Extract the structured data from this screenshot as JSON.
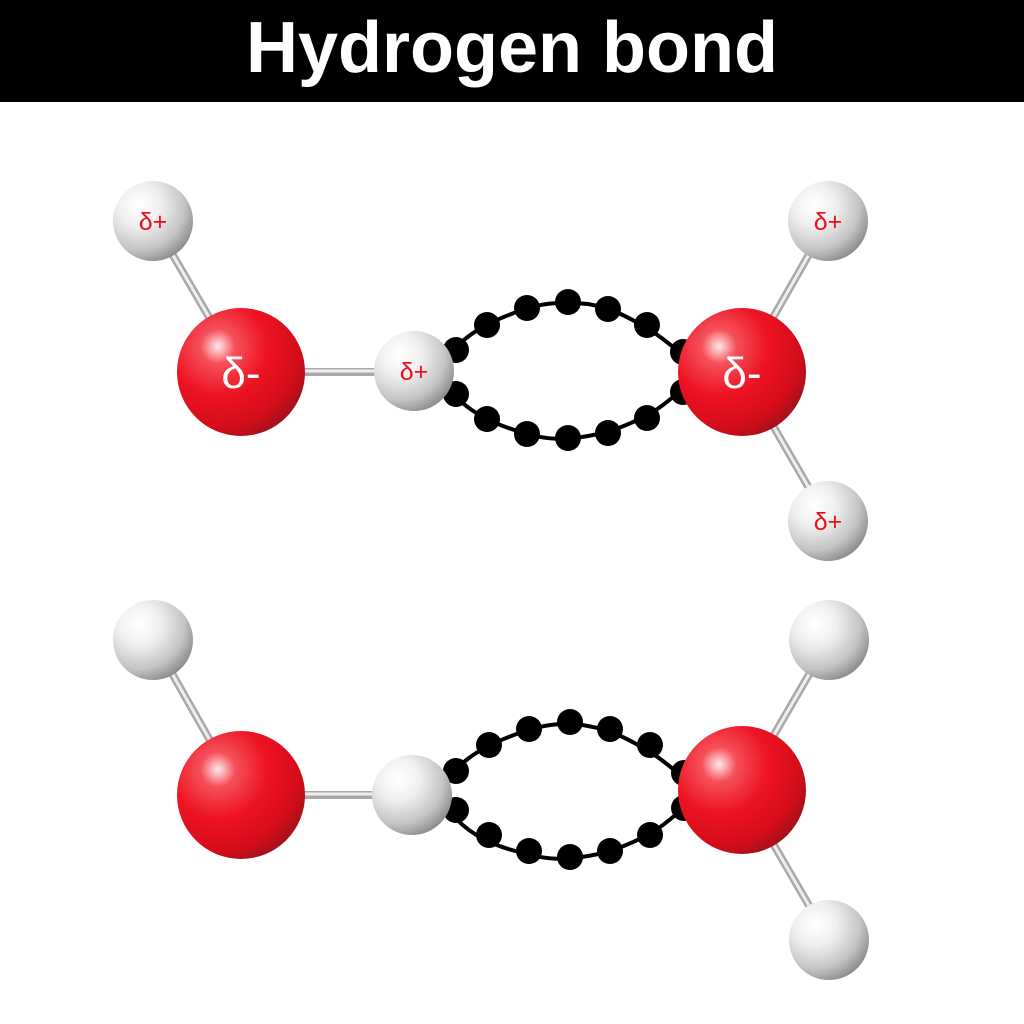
{
  "header": {
    "title": "Hydrogen bond"
  },
  "colors": {
    "header_bg": "#000000",
    "title_text": "#ffffff",
    "oxygen": "#e8101c",
    "hydrogen": "#d8d8d8",
    "charge_plus_text": "#e8101c",
    "charge_minus_text": "#ffffff",
    "hbond_dots": "#000000"
  },
  "diagrams": [
    {
      "id": "labeled",
      "labels": {
        "left_h_top": "δ+",
        "left_o": "δ-",
        "bridge_h": "δ+",
        "right_o": "δ-",
        "right_h_top": "δ+",
        "right_h_bottom": "δ+"
      }
    },
    {
      "id": "unlabeled"
    }
  ]
}
